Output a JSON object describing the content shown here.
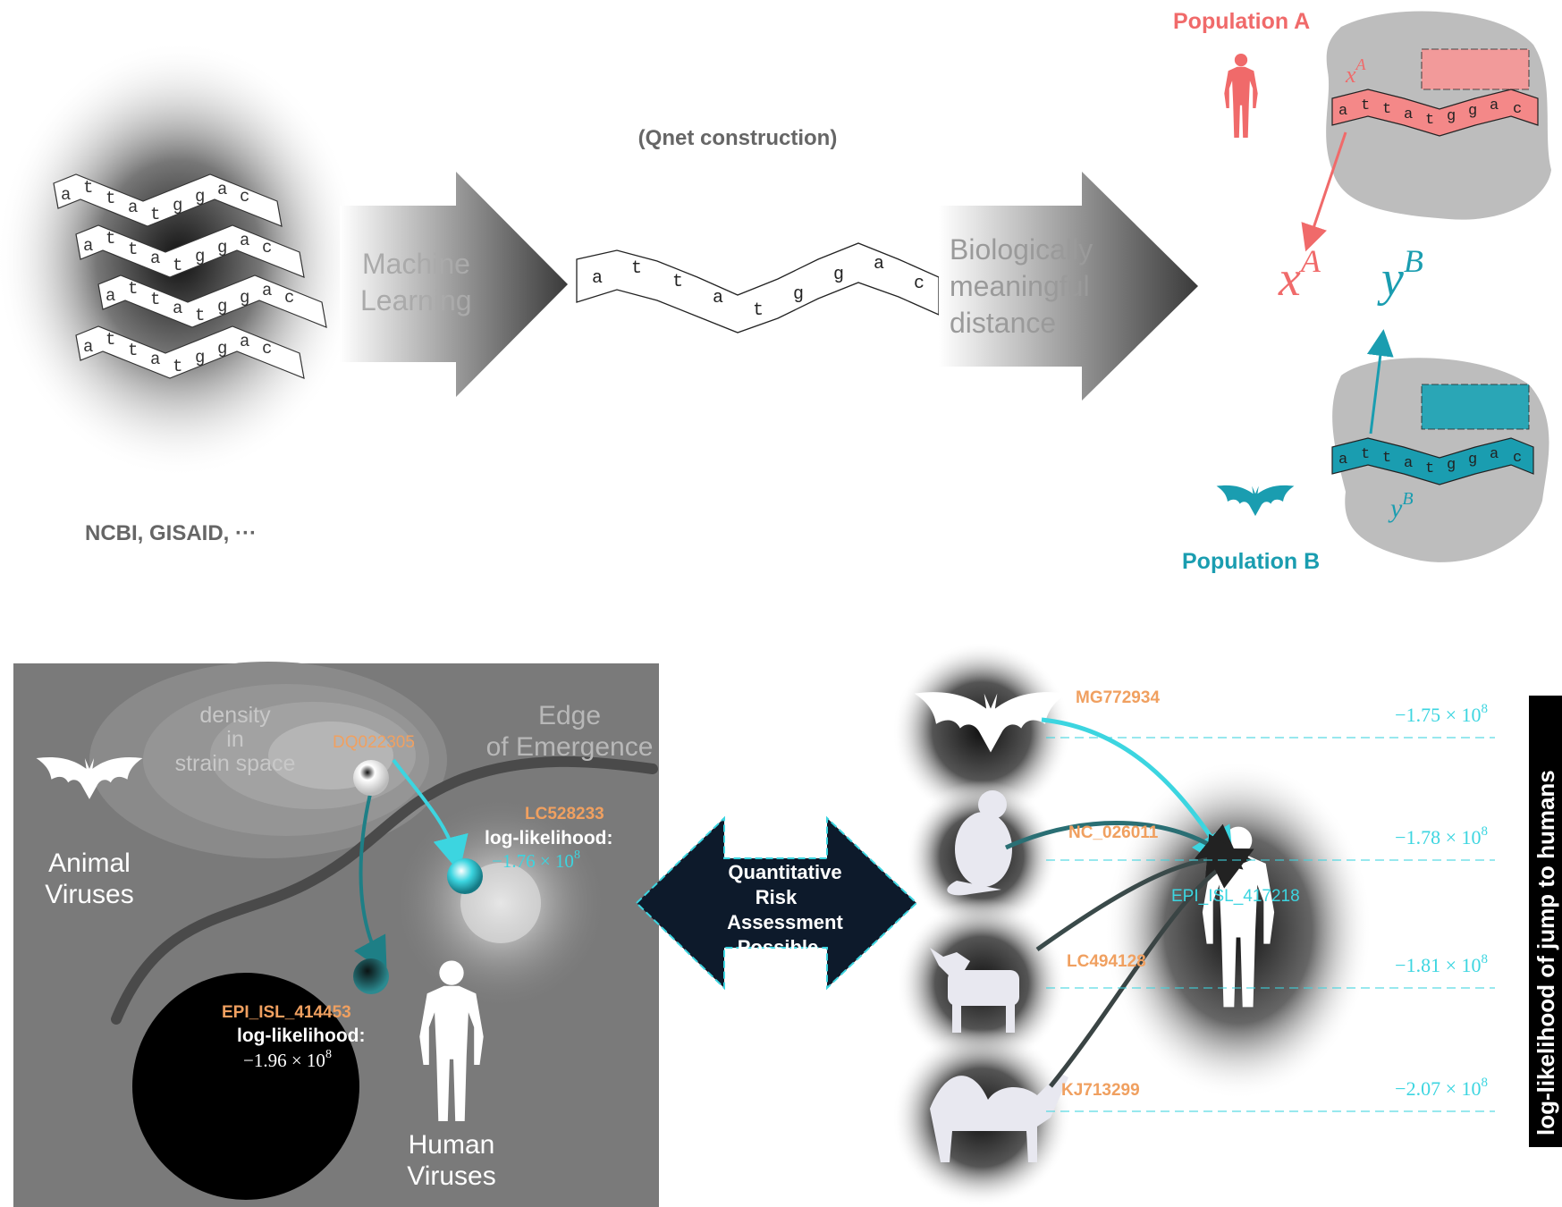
{
  "top": {
    "qnet_label": "(Qnet construction)",
    "ml_label_line1": "Machine",
    "ml_label_line2": "Learning",
    "bio_label_line1": "Biologically",
    "bio_label_line2": "meaningful",
    "bio_label_line3": "distance",
    "sources_label": "NCBI, GISAID, ···",
    "sequence_letters": [
      "a",
      "t",
      "t",
      "a",
      "t",
      "g",
      "g",
      "a",
      "c"
    ],
    "population_a": {
      "label": "Population A",
      "var_x": "x",
      "var_sup": "A",
      "color": "#f06a6a"
    },
    "population_b": {
      "label": "Population B",
      "var_y": "y",
      "var_sup": "B",
      "color": "#1a9db0"
    }
  },
  "bottom_left": {
    "density_line1": "density",
    "density_line2": "in",
    "density_line3": "strain space",
    "edge_line1": "Edge",
    "edge_line2": "of Emergence",
    "animal_line1": "Animal",
    "animal_line2": "Viruses",
    "human_line1": "Human",
    "human_line2": "Viruses",
    "strain_top": "DQ022305",
    "strain_right": {
      "id": "LC528233",
      "ll_label": "log-likelihood:",
      "ll_value": "−1.76 × 10",
      "ll_exp": "8"
    },
    "strain_bottom": {
      "id": "EPI_ISL_414453",
      "ll_label": "log-likelihood:",
      "ll_value": "−1.96 × 10",
      "ll_exp": "8"
    }
  },
  "center": {
    "line1": "Quantitative",
    "line2": "Risk",
    "line3": "Assessment",
    "line4": "Possible"
  },
  "bottom_right": {
    "target_id": "EPI_ISL_417218",
    "axis_label": "log-likelihood of jump to humans",
    "sources": [
      {
        "id": "MG772934",
        "icon": "bat-icon",
        "value": "−1.75 × 10",
        "exp": "8"
      },
      {
        "id": "NC_026011",
        "icon": "rat-icon",
        "value": "−1.78 × 10",
        "exp": "8"
      },
      {
        "id": "LC494128",
        "icon": "cow-icon",
        "value": "−1.81 × 10",
        "exp": "8"
      },
      {
        "id": "KJ713299",
        "icon": "camel-icon",
        "value": "−2.07 × 10",
        "exp": "8"
      }
    ]
  },
  "colors": {
    "orange": "#f0a060",
    "cyan": "#3cd5e0",
    "teal": "#1e7f86",
    "pink": "#f06a6a",
    "navy": "#0d1a2b"
  }
}
